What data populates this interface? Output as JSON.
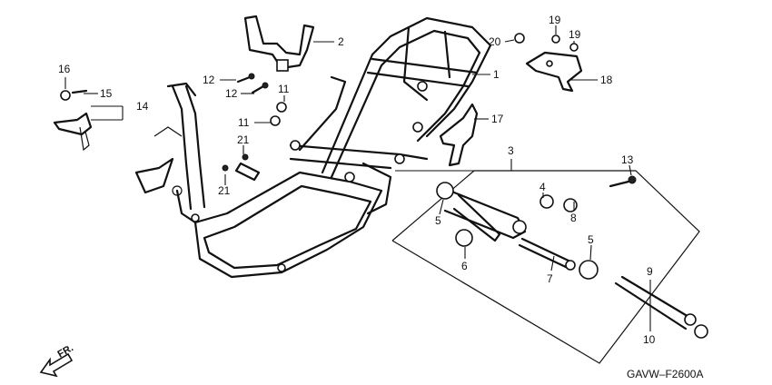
{
  "diagram_code": "GAVW–F2600A",
  "direction_label": "FR.",
  "parts": [
    {
      "id": "p1",
      "number": "1"
    },
    {
      "id": "p2",
      "number": "2"
    },
    {
      "id": "p3",
      "number": "3"
    },
    {
      "id": "p4",
      "number": "4"
    },
    {
      "id": "p5a",
      "number": "5"
    },
    {
      "id": "p5b",
      "number": "5"
    },
    {
      "id": "p6",
      "number": "6"
    },
    {
      "id": "p7",
      "number": "7"
    },
    {
      "id": "p8",
      "number": "8"
    },
    {
      "id": "p9",
      "number": "9"
    },
    {
      "id": "p10",
      "number": "10"
    },
    {
      "id": "p11a",
      "number": "11"
    },
    {
      "id": "p11b",
      "number": "11"
    },
    {
      "id": "p12a",
      "number": "12"
    },
    {
      "id": "p12b",
      "number": "12"
    },
    {
      "id": "p13",
      "number": "13"
    },
    {
      "id": "p14",
      "number": "14"
    },
    {
      "id": "p15",
      "number": "15"
    },
    {
      "id": "p16",
      "number": "16"
    },
    {
      "id": "p17",
      "number": "17"
    },
    {
      "id": "p18",
      "number": "18"
    },
    {
      "id": "p19a",
      "number": "19"
    },
    {
      "id": "p19b",
      "number": "19"
    },
    {
      "id": "p20",
      "number": "20"
    },
    {
      "id": "p21a",
      "number": "21"
    },
    {
      "id": "p21b",
      "number": "21"
    }
  ]
}
